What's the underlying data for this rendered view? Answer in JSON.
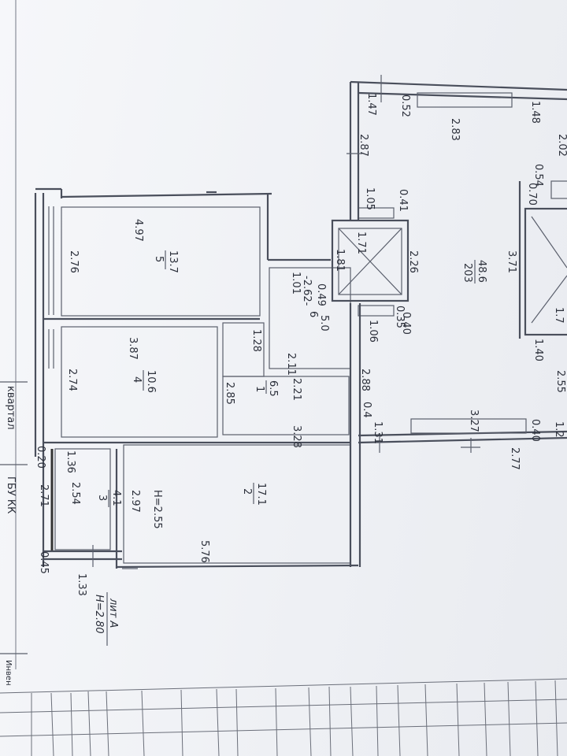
{
  "plan": {
    "left_labels": {
      "gbu": "ГБУ КК",
      "kvartal": "квартал",
      "invent": "Инвен"
    },
    "liter": {
      "name": "лит А",
      "height": "Н=2.80"
    },
    "rooms": [
      {
        "id": "5",
        "area": "13.7",
        "width": "4.97",
        "depth": "2.76"
      },
      {
        "id": "4",
        "area": "10.6",
        "width": "3.87",
        "depth": "2.74"
      },
      {
        "id": "3",
        "area": "4.1",
        "width": "1.36",
        "depth": "2.54"
      },
      {
        "id": "2",
        "area": "17.1",
        "width": "5.76",
        "depth": "2.97",
        "height": "Н=2.55"
      },
      {
        "id": "1",
        "area": "6.5",
        "width": "3.28",
        "depth": "2.85"
      },
      {
        "id": "6",
        "area": "5.0",
        "width": "2.11"
      },
      {
        "id": "203",
        "area": "48.6"
      }
    ],
    "dimensions": {
      "d_0_20": "0.20",
      "d_2_71": "2.71",
      "d_0_45": "0.45",
      "d_1_33": "1.33",
      "d_1_28": "1.28",
      "d_2_21": "2.21",
      "d_1_01": "1.01",
      "d_2_62": "-2.62-",
      "d_0_49": "0.49",
      "d_1_81": "1.81",
      "d_1_71": "1.71",
      "d_2_26": "2.26",
      "d_0_35": "0.35",
      "d_1_06": "1.06",
      "d_0_40": "0.40",
      "d_1_05": "1.05",
      "d_0_41": "0.41",
      "d_2_87": "2.87",
      "d_1_47": "1.47",
      "d_0_52": "0.52",
      "d_2_83": "2.83",
      "d_1_48": "1.48",
      "d_2_02": "2.02",
      "d_0_54": "0.54",
      "d_0_70": "0.70",
      "d_3_71": "3.71",
      "d_1_7": "1.7",
      "d_1_40": "1.40",
      "d_2_55r": "2.55",
      "d_2_88": "2.88",
      "d_0_4": "0.4",
      "d_1_31": "1.31",
      "d_3_27": "3.27",
      "d_0_40b": "0.40",
      "d_1_2": "1.2",
      "d_2_77": "2.77"
    }
  }
}
